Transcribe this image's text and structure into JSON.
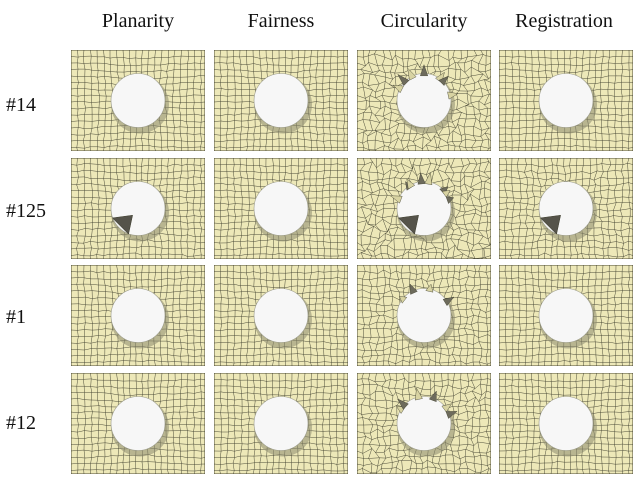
{
  "columns": [
    "Planarity",
    "Fairness",
    "Circularity",
    "Registration"
  ],
  "rows": [
    {
      "label": "#14",
      "cells": [
        {
          "defect": 0.0,
          "notch": false
        },
        {
          "defect": 0.0,
          "notch": false
        },
        {
          "defect": 0.9,
          "notch": false
        },
        {
          "defect": 0.0,
          "notch": false
        }
      ]
    },
    {
      "label": "#125",
      "cells": [
        {
          "defect": 0.1,
          "notch": true
        },
        {
          "defect": 0.0,
          "notch": false
        },
        {
          "defect": 1.0,
          "notch": true
        },
        {
          "defect": 0.3,
          "notch": true
        }
      ]
    },
    {
      "label": "#1",
      "cells": [
        {
          "defect": 0.0,
          "notch": false
        },
        {
          "defect": 0.0,
          "notch": false
        },
        {
          "defect": 0.5,
          "notch": false
        },
        {
          "defect": 0.0,
          "notch": false
        }
      ]
    },
    {
      "label": "#12",
      "cells": [
        {
          "defect": 0.0,
          "notch": false
        },
        {
          "defect": 0.0,
          "notch": false
        },
        {
          "defect": 0.7,
          "notch": false
        },
        {
          "defect": 0.0,
          "notch": false
        }
      ]
    }
  ],
  "colors": {
    "mesh_fill": "#ede8b8",
    "mesh_line": "#3a3a2a",
    "hole_fill": "#f7f7f7",
    "shadow": "#8c8a70"
  }
}
